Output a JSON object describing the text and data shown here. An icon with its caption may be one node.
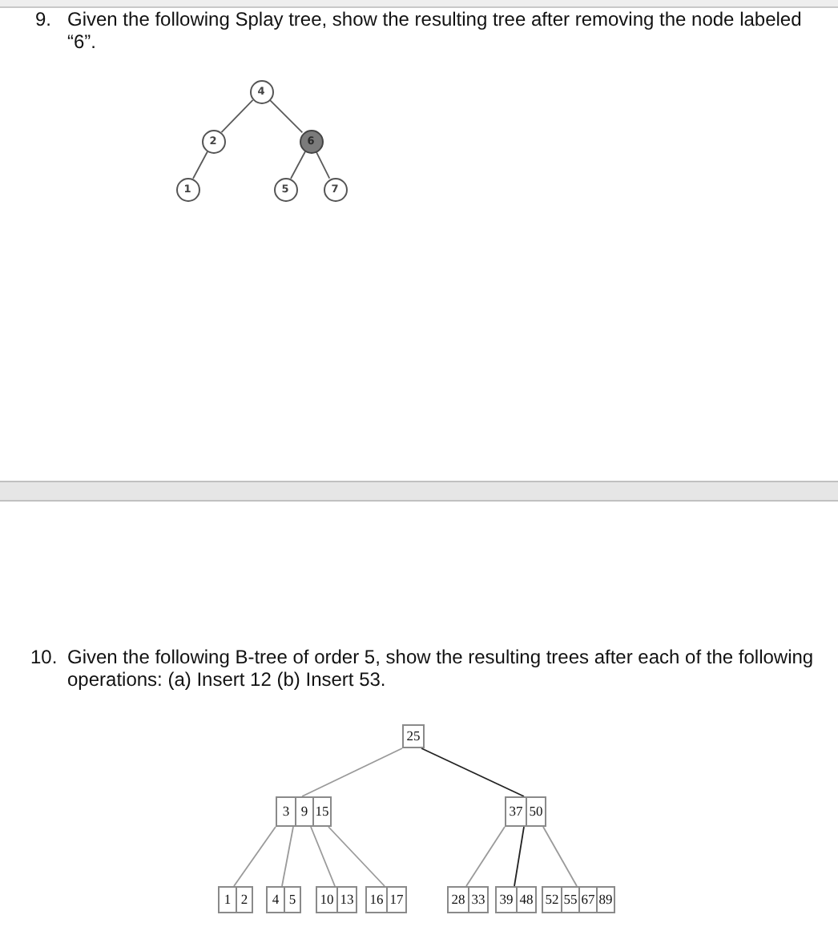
{
  "diagram": {
    "nodes": [
      {
        "text": [
          "4"
        ]
      },
      {
        "text": [
          "2"
        ]
      },
      {
        "text": [
          "6"
        ]
      },
      {
        "text": [
          "1"
        ]
      },
      {
        "text": [
          "5"
        ]
      },
      {
        "text": [
          "7"
        ]
      },
      {
        "text": [
          "25"
        ]
      },
      {
        "text": [
          "3",
          "9",
          "15"
        ]
      },
      {
        "text": [
          "37",
          "50"
        ]
      },
      {
        "text": [
          "1",
          "2"
        ]
      },
      {
        "text": [
          "4",
          "5"
        ]
      },
      {
        "text": [
          "10",
          "13"
        ]
      },
      {
        "text": [
          "16",
          "17"
        ]
      },
      {
        "text": [
          "28",
          "33"
        ]
      },
      {
        "text": [
          "39",
          "48"
        ]
      },
      {
        "text": [
          "52",
          "55",
          "67",
          "89"
        ]
      }
    ],
    "edges": [
      {
        "from": 0,
        "to": 1,
        "arrow": "none"
      },
      {
        "from": 0,
        "to": 2,
        "arrow": "none"
      },
      {
        "from": 1,
        "to": 3,
        "arrow": "none"
      },
      {
        "from": 2,
        "to": 4,
        "arrow": "none"
      },
      {
        "from": 2,
        "to": 5,
        "arrow": "none"
      },
      {
        "from": 6,
        "to": 7,
        "arrow": "none"
      },
      {
        "from": 6,
        "to": 8,
        "arrow": "none",
        "color": "#222222"
      },
      {
        "from": 7,
        "to": 9,
        "arrow": "none"
      },
      {
        "from": 7,
        "to": 10,
        "arrow": "none"
      },
      {
        "from": 7,
        "to": 11,
        "arrow": "none"
      },
      {
        "from": 7,
        "to": 12,
        "arrow": "none"
      },
      {
        "from": 8,
        "to": 13,
        "arrow": "none"
      },
      {
        "from": 8,
        "to": 14,
        "arrow": "none",
        "color": "#222222"
      },
      {
        "from": 8,
        "to": 15,
        "arrow": "none"
      }
    ],
    "labels": [
      "9.",
      "Given the following Splay tree, show the resulting tree after removing the node labeled “6”.",
      "10.",
      "Given the following B-tree of order 5, show the resulting trees after each of the following operations: (a) Insert 12 (b) Insert 53."
    ]
  }
}
